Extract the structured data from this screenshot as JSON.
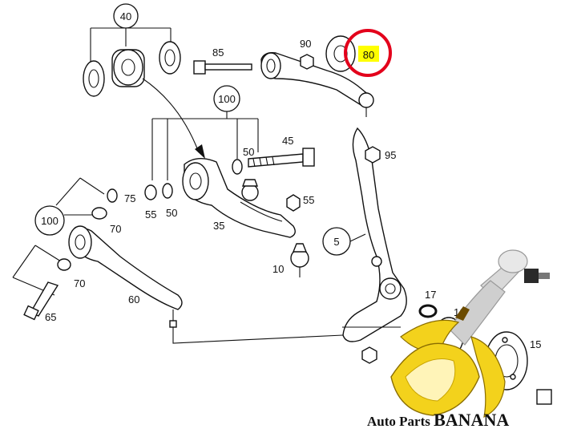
{
  "diagram": {
    "callout_labels": [
      "40",
      "100",
      "100",
      "5"
    ],
    "part_labels": [
      "85",
      "90",
      "50",
      "45",
      "95",
      "75",
      "55",
      "50",
      "55",
      "70",
      "35",
      "70",
      "10",
      "60",
      "65",
      "17",
      "16",
      "15"
    ],
    "highlighted_label": "80",
    "highlight_color": "#ffff00",
    "highlight_ring_color": "#e3001b"
  },
  "watermark": {
    "text_prefix": "Auto Parts ",
    "text_brand": "BANANA",
    "logo_icon": "banana-logo-icon",
    "banana_color": "#f3d21c"
  }
}
